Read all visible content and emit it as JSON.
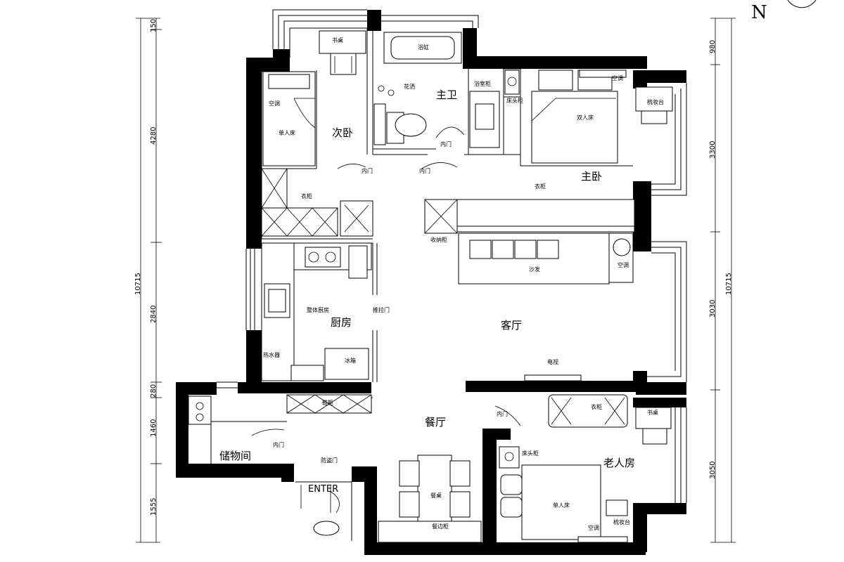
{
  "north": {
    "label": "N"
  },
  "entry": {
    "label": "ENTER"
  },
  "rooms": {
    "second_bedroom": "次卧",
    "master_bath": "主卫",
    "master_bedroom": "主卧",
    "kitchen": "厨房",
    "living_room": "客厅",
    "dining_room": "餐厅",
    "storage_room": "储物间",
    "elder_room": "老人房"
  },
  "labels": {
    "desk_top": "书桌",
    "bathtub": "浴缸",
    "shower": "花洒",
    "bath_cabinet": "浴室柜",
    "nightstand_master": "床头柜",
    "double_bed": "双人床",
    "ac_master": "空调",
    "dressing_table": "梳妆台",
    "ac_second": "空调",
    "single_bed_second": "单人床",
    "inner_door_bath": "内门",
    "inner_door_second": "内门",
    "inner_door_master": "内门",
    "wardrobe_second": "衣柜",
    "wardrobe_master": "衣柜",
    "storage_cabinet": "收纳柜",
    "sofa": "沙发",
    "ac_living": "空调",
    "integrated_kitchen": "整体厨房",
    "sliding_door": "推拉门",
    "water_heater": "热水器",
    "fridge": "冰箱",
    "tv": "电视",
    "shoe_cabinet": "鞋柜",
    "inner_door_storage": "内门",
    "security_door": "防盗门",
    "inner_door_elder": "内门",
    "wardrobe_elder": "衣柜",
    "desk_elder": "书桌",
    "nightstand_elder": "床头柜",
    "single_bed_elder": "单人床",
    "ac_elder": "空调",
    "dressing_elder": "梳妆台",
    "dining_table": "餐桌",
    "side_cabinet": "餐边柜"
  },
  "dimensions": {
    "left": [
      "150",
      "4280",
      "10715",
      "2840",
      "280",
      "1460",
      "1555"
    ],
    "right": [
      "980",
      "3300",
      "10715",
      "3030",
      "3050"
    ]
  }
}
